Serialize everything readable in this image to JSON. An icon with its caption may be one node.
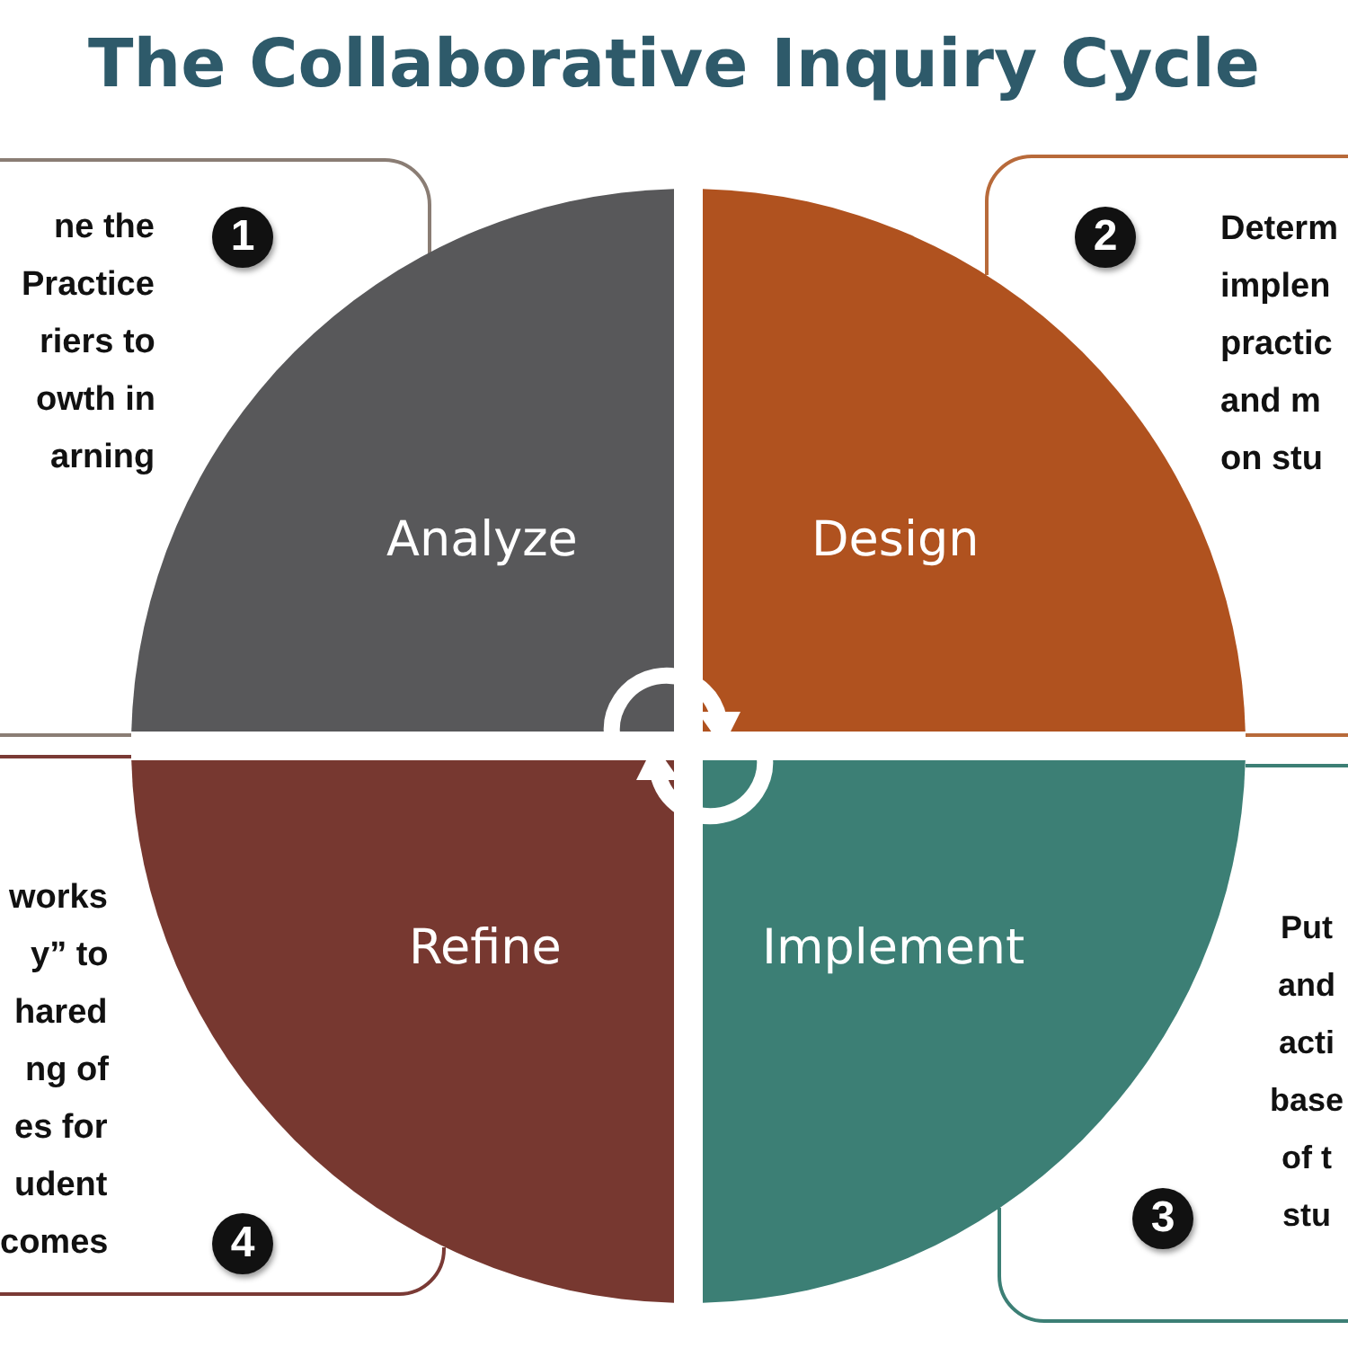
{
  "diagram": {
    "title": "The Collaborative Inquiry Cycle",
    "nodes": [
      {
        "text": [
          "ne the",
          "Practice",
          "riers to",
          "owth in",
          "arning"
        ]
      },
      {
        "text": [
          "1"
        ],
        "in": 0
      },
      {
        "text": [
          "Determ",
          "implen",
          "practic",
          "and m",
          "on stu"
        ]
      },
      {
        "text": [
          "2"
        ],
        "in": 2
      },
      {
        "text": [
          "works",
          "y” to",
          "hared",
          "ng of",
          "es for",
          "udent",
          "comes"
        ]
      },
      {
        "text": [
          "4"
        ],
        "in": 4
      },
      {
        "text": [
          "Put",
          "and",
          "acti",
          "base",
          "of t",
          "stu"
        ]
      },
      {
        "text": [
          "3"
        ],
        "in": 6
      },
      {
        "text": [
          "Analyze"
        ]
      },
      {
        "text": [
          "Design"
        ]
      },
      {
        "text": [
          "Refine"
        ]
      },
      {
        "text": [
          "Implement"
        ]
      }
    ],
    "edges": []
  }
}
